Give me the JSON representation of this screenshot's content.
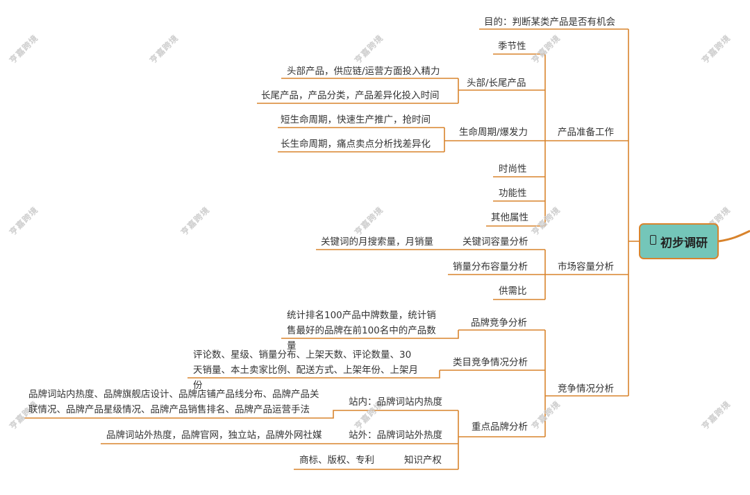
{
  "root": {
    "label": "初步调研"
  },
  "watermark": {
    "text": "亨嘉跨境"
  },
  "branches": {
    "prep": {
      "label": "产品准备工作",
      "goal": "目的：判断某类产品是否有机会",
      "season": "季节性",
      "head_tail": {
        "label": "头部/长尾产品",
        "head": "头部产品，供应链/运营方面投入精力",
        "tail": "长尾产品，产品分类，产品差异化投入时间"
      },
      "lifecycle": {
        "label": "生命周期/爆发力",
        "short": "短生命周期，快速生产推广，抢时间",
        "long": "长生命周期，痛点卖点分析找差异化"
      },
      "fashion": "时尚性",
      "function": "功能性",
      "other": "其他属性"
    },
    "market": {
      "label": "市场容量分析",
      "keyword": {
        "label": "关键词容量分析",
        "detail": "关键词的月搜索量，月销量"
      },
      "sales_dist": "销量分布容量分析",
      "supply_demand": "供需比"
    },
    "competition": {
      "label": "竞争情况分析",
      "brand": {
        "label": "品牌竞争分析",
        "detail": "统计排名100产品中牌数量，统计销售最好的品牌在前100名中的产品数量"
      },
      "category": {
        "label": "类目竞争情况分析",
        "detail": "评论数、星级、销量分布、上架天数、评论数量、30天销量、本土卖家比例、配送方式、上架年份、上架月份"
      },
      "key_brand": {
        "label": "重点品牌分析",
        "onsite": {
          "label": "站内：品牌词站内热度",
          "detail": "品牌词站内热度、品牌旗舰店设计、品牌店铺产品线分布、品牌产品关联情况、品牌产品星级情况、品牌产品销售排名、品牌产品运营手法"
        },
        "offsite": {
          "label": "站外：品牌词站外热度",
          "detail": "品牌词站外热度，品牌官网，独立站，品牌外网社媒"
        },
        "ip": {
          "label": "知识产权",
          "detail": "商标、版权、专利"
        }
      }
    }
  },
  "colors": {
    "line": "#d8832c",
    "root_fill": "#74c6b9",
    "text": "#333333"
  }
}
